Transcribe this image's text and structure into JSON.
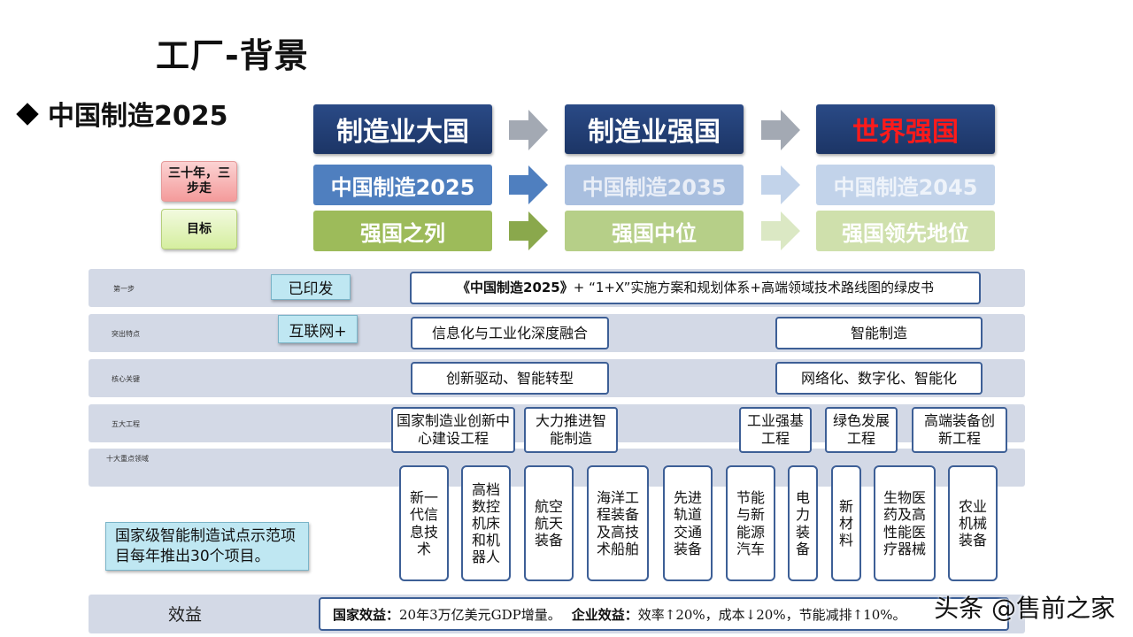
{
  "title": "工厂-背景",
  "subtitle": "中国制造2025",
  "steps": {
    "top": [
      "制造业大国",
      "制造业强国",
      "世界强国"
    ],
    "mid": [
      "中国制造2025",
      "中国制造2035",
      "中国制造2045"
    ],
    "low": [
      "强国之列",
      "强国中位",
      "强国领先地位"
    ]
  },
  "tags": {
    "three_steps": "三十年，三步走",
    "goal": "目标"
  },
  "rows": {
    "row1": {
      "label": "第一步",
      "badge": "已印发",
      "title": "《中国制造2025》",
      "rest": "+ “1+X”实施方案和规划体系+高端领域技术路线图的绿皮书"
    },
    "row2": {
      "label": "突出特点",
      "badge": "互联网+",
      "left": "信息化与工业化深度融合",
      "right": "智能制造"
    },
    "row3": {
      "label": "核心关键",
      "left": "创新驱动、智能转型",
      "right": "网络化、数字化、智能化"
    },
    "row4": {
      "label": "五大工程",
      "items": [
        "国家制造业创新中心建设工程",
        "大力推进智能制造",
        "工业强基工程",
        "绿色发展工程",
        "高端装备创新工程"
      ]
    },
    "row5": {
      "label": "十大重点领域",
      "items": [
        "新一代信息技术",
        "高档数控机床和机器人",
        "航空航天装备",
        "海洋工程装备及高技术船舶",
        "先进轨道交通装备",
        "节能与新能源汽车",
        "电力装备",
        "新材料",
        "生物医药及高性能医疗器械",
        "农业机械装备"
      ]
    }
  },
  "pilot_note": "国家级智能制造试点示范项目每年推出30个项目。",
  "benefit": {
    "label": "效益",
    "national_label": "国家效益：",
    "national_text": "20年3万亿美元GDP增量。",
    "enterprise_label": "企业效益：",
    "enterprise_text": "效率↑20%，成本↓20%，节能减排↑10%。"
  },
  "watermark": "头条 @售前之家",
  "colors": {
    "navy": "#1f3a6e",
    "blue": "#4f7fbf",
    "pale_blue": "#a9bfdf",
    "paler_blue": "#c2d3ea",
    "green": "#9dbb5a",
    "pale_green": "#b6cf88",
    "paler_green": "#cfe0ac",
    "band": "#d3d9e6",
    "box_border": "#3d5f96"
  }
}
